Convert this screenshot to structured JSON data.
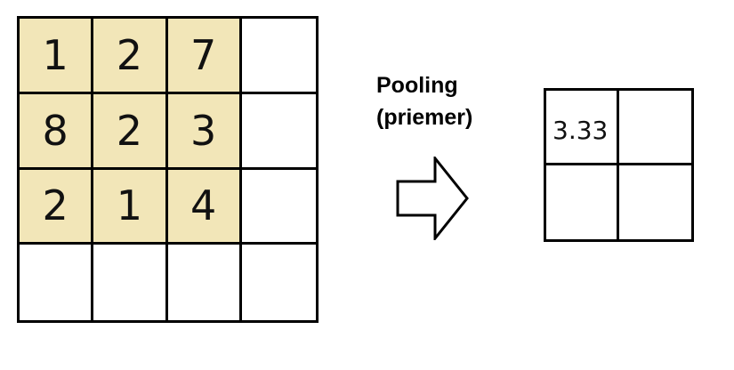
{
  "input_grid": {
    "rows": [
      [
        "1",
        "2",
        "7",
        ""
      ],
      [
        "8",
        "2",
        "3",
        ""
      ],
      [
        "2",
        "1",
        "4",
        ""
      ],
      [
        "",
        "",
        "",
        ""
      ]
    ],
    "highlight_color": "#f2e6b8"
  },
  "label": {
    "line1": "Pooling",
    "line2": "(priemer)"
  },
  "arrow": {
    "icon": "right-arrow-icon"
  },
  "output_grid": {
    "rows": [
      [
        "3.33",
        ""
      ],
      [
        "",
        ""
      ]
    ]
  }
}
